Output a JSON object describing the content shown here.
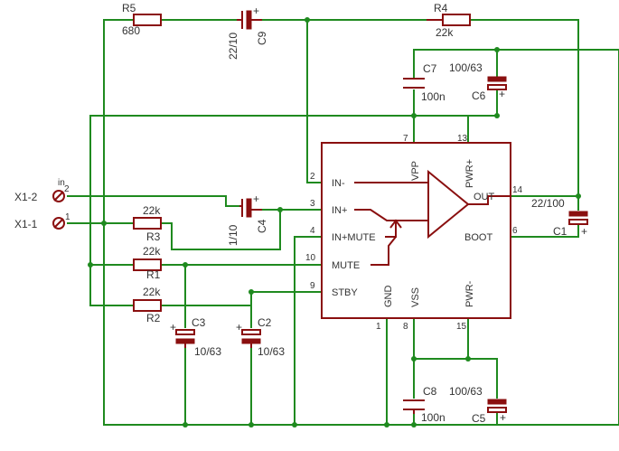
{
  "components": {
    "r5": {
      "name": "R5",
      "value": "680"
    },
    "c9": {
      "name": "C9",
      "value": "22/10"
    },
    "r4": {
      "name": "R4",
      "value": "22k"
    },
    "c7": {
      "name": "C7",
      "value": "100n"
    },
    "c6": {
      "name": "C6",
      "value": "100/63"
    },
    "c4": {
      "name": "C4",
      "value": "1/10"
    },
    "r3": {
      "name": "R3",
      "value": "22k"
    },
    "r1": {
      "name": "R1",
      "value": "22k"
    },
    "r2": {
      "name": "R2",
      "value": "22k"
    },
    "c3": {
      "name": "C3",
      "value": "10/63"
    },
    "c2": {
      "name": "C2",
      "value": "10/63"
    },
    "c1": {
      "name": "C1",
      "value": "22/100"
    },
    "c8": {
      "name": "C8",
      "value": "100n"
    },
    "c5": {
      "name": "C5",
      "value": "100/63"
    }
  },
  "connector": {
    "x1_2": "X1-2",
    "x1_1": "X1-1",
    "pin2": "2",
    "pin1": "1",
    "label_in": "in"
  },
  "ic": {
    "pins": {
      "p2": {
        "num": "2",
        "name": "IN-"
      },
      "p3": {
        "num": "3",
        "name": "IN+"
      },
      "p4": {
        "num": "4",
        "name": "IN+MUTE"
      },
      "p10": {
        "num": "10",
        "name": "MUTE"
      },
      "p9": {
        "num": "9",
        "name": "STBY"
      },
      "p7": {
        "num": "7",
        "name": "VPP"
      },
      "p13": {
        "num": "13",
        "name": "PWR+"
      },
      "p14": {
        "num": "14",
        "name": "OUT"
      },
      "p6": {
        "num": "6",
        "name": "BOOT"
      },
      "p1": {
        "num": "1",
        "name": "GND"
      },
      "p8": {
        "num": "8",
        "name": "VSS"
      },
      "p15": {
        "num": "15",
        "name": "PWR-"
      }
    }
  },
  "polarity": "+"
}
